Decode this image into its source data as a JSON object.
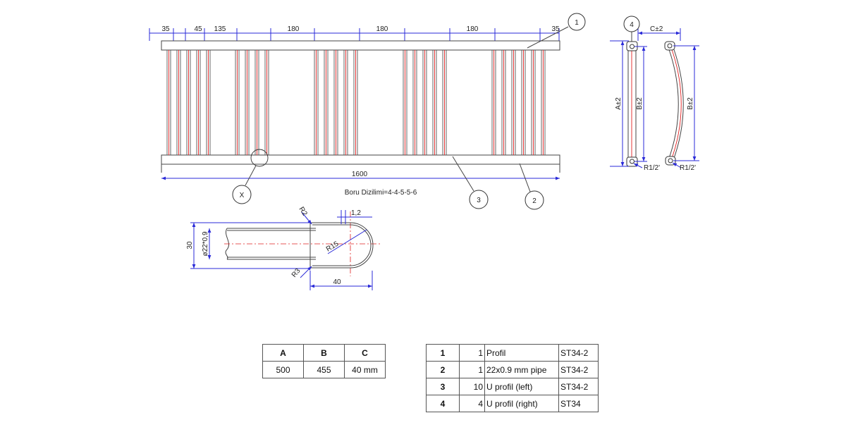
{
  "drawing": {
    "top_dims": [
      "35",
      "45",
      "135",
      "180",
      "180",
      "180",
      "35"
    ],
    "overall_width": "1600",
    "pipe_arrangement": "Boru Dizilimi=4-4-5-5-6",
    "balloons": [
      "1",
      "2",
      "3",
      "4",
      "X"
    ],
    "side_view": {
      "c_dim": "C±2",
      "a_dim": "A±2",
      "b_dim": "B±2",
      "b_dim_curved": "B±2",
      "thread_left": "R1/2'",
      "thread_right": "R1/2'"
    },
    "detail": {
      "r2": "R2",
      "r3": "R3",
      "r15": "R15",
      "t12": "1,2",
      "h30": "30",
      "pipe": "ø22*0,9",
      "w40": "40"
    }
  },
  "dims_table": {
    "headers": [
      "A",
      "B",
      "C"
    ],
    "values": [
      "500",
      "455",
      "40 mm"
    ]
  },
  "parts_table": {
    "rows": [
      {
        "no": "1",
        "qty": "1",
        "name": "Profil",
        "material": "ST34-2"
      },
      {
        "no": "2",
        "qty": "1",
        "name": "22x0.9 mm pipe",
        "material": "ST34-2"
      },
      {
        "no": "3",
        "qty": "10",
        "name": "U profil (left)",
        "material": "ST34-2"
      },
      {
        "no": "4",
        "qty": "4",
        "name": "U profil (right)",
        "material": "ST34"
      }
    ]
  },
  "colors": {
    "dimension": "#2a2ad8",
    "centerline": "#e02020",
    "outline": "#444444"
  }
}
